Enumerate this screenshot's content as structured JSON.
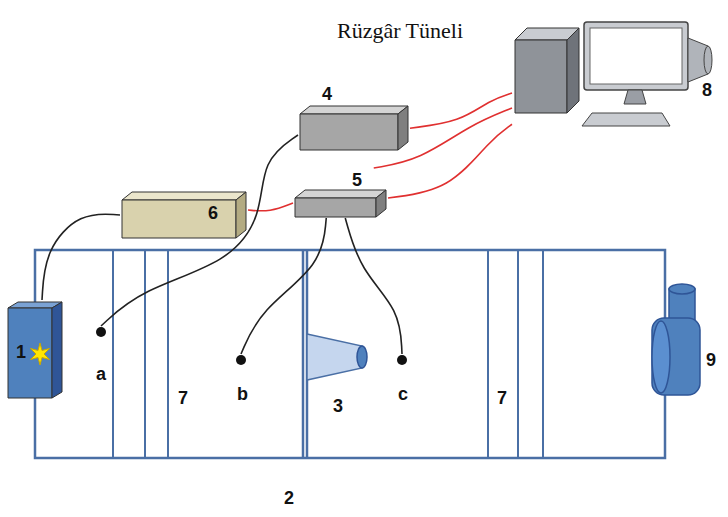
{
  "diagram": {
    "title": "Rüzgâr Tüneli",
    "nodes": [
      {
        "text": [
          "8"
        ]
      },
      {
        "text": [
          "4"
        ]
      },
      {
        "text": [
          "5"
        ]
      },
      {
        "text": [
          "6"
        ]
      },
      {
        "text": [
          "1"
        ]
      },
      {
        "text": [
          "a"
        ]
      },
      {
        "text": [
          "b"
        ]
      },
      {
        "text": [
          "c"
        ]
      }
    ],
    "edges": [
      {
        "from": 1,
        "to": 0,
        "arrow": "none"
      },
      {
        "from": 2,
        "to": 0,
        "arrow": "none"
      },
      {
        "from": 2,
        "to": 0,
        "arrow": "none"
      },
      {
        "from": 3,
        "to": 2,
        "arrow": "none"
      },
      {
        "from": 1,
        "to": 5,
        "arrow": "none"
      },
      {
        "from": 3,
        "to": 4,
        "arrow": "none"
      },
      {
        "from": 2,
        "to": 6,
        "arrow": "none"
      },
      {
        "from": 2,
        "to": 7,
        "arrow": "none"
      }
    ],
    "labels": [
      "7",
      "3",
      "7",
      "2",
      "9"
    ]
  }
}
